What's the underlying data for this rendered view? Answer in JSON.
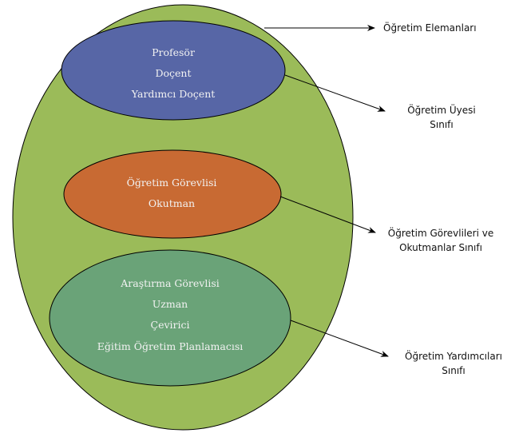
{
  "colors": {
    "outer_fill": "#9bbb59",
    "group_1_fill": "#5766a6",
    "group_2_fill": "#c86a33",
    "group_3_fill": "#6aa378",
    "stroke": "#000000",
    "inner_text": "#f2f2f2",
    "label_text": "#111111"
  },
  "outer": {
    "label": "Öğretim Elemanları"
  },
  "groups": [
    {
      "items": [
        "Profesör",
        "Doçent",
        "Yardımcı Doçent"
      ],
      "label_lines": [
        "Öğretim Üyesi",
        "Sınıfı"
      ]
    },
    {
      "items": [
        "Öğretim Görevlisi",
        "Okutman"
      ],
      "label_lines": [
        "Öğretim Görevlileri ve",
        "Okutmanlar Sınıfı"
      ]
    },
    {
      "items": [
        "Araştırma Görevlisi",
        "Uzman",
        "Çevirici",
        "Eğitim Öğretim Planlamacısı"
      ],
      "label_lines": [
        "Öğretim Yardımcıları",
        "Sınıfı"
      ]
    }
  ]
}
